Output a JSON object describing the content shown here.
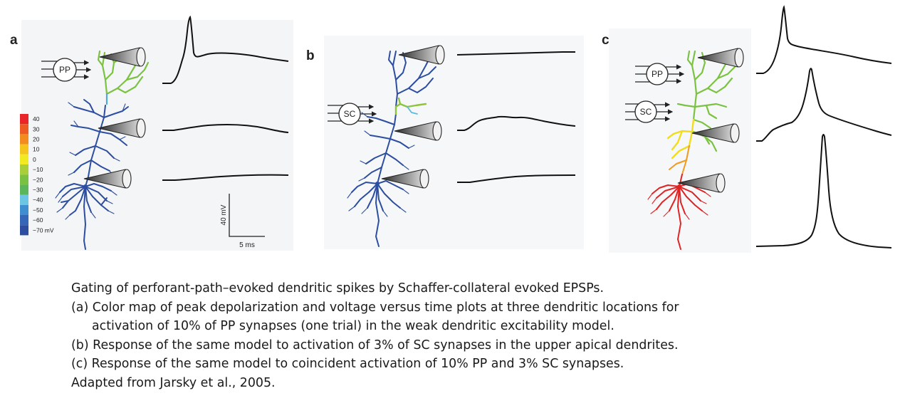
{
  "panels": {
    "a": {
      "letter": "a",
      "input": "PP"
    },
    "b": {
      "letter": "b",
      "input": "SC"
    },
    "c": {
      "letter": "c",
      "inputs": [
        "PP",
        "SC"
      ]
    }
  },
  "colorbar": {
    "labels": [
      "40",
      "30",
      "20",
      "10",
      "0",
      "−10",
      "−20",
      "−30",
      "−40",
      "−50",
      "−60",
      "−70 mV"
    ],
    "colors": [
      "#e8262a",
      "#ee5a24",
      "#f38c1f",
      "#f5c51c",
      "#f2ea20",
      "#a8cf3a",
      "#79c043",
      "#5bb55a",
      "#6bc5e3",
      "#3f8fd0",
      "#3566b8",
      "#2d4ea0"
    ]
  },
  "scale_bar": {
    "voltage": "40 mV",
    "time": "5 ms"
  },
  "caption": {
    "title": "Gating of perforant-path–evoked dendritic spikes by Schaffer-collateral evoked EPSPs.",
    "a_line1": "(a) Color map of peak depolarization and voltage versus time plots at three dendritic locations for",
    "a_line2": "activation of 10% of PP synapses (one trial) in the weak dendritic excitability model.",
    "b": "(b) Response of the same model to activation of 3% of SC synapses in the upper apical dendrites.",
    "c": "(c) Response of the same model to coincident activation of 10% PP and 3% SC synapses.",
    "source": "Adapted from Jarsky et al., 2005."
  },
  "colors": {
    "dendrite_blue": "#2d4ea0",
    "dendrite_green": "#7cc242",
    "dendrite_red": "#e02424",
    "dendrite_yellow": "#f2dc1e",
    "trace": "#111111"
  }
}
